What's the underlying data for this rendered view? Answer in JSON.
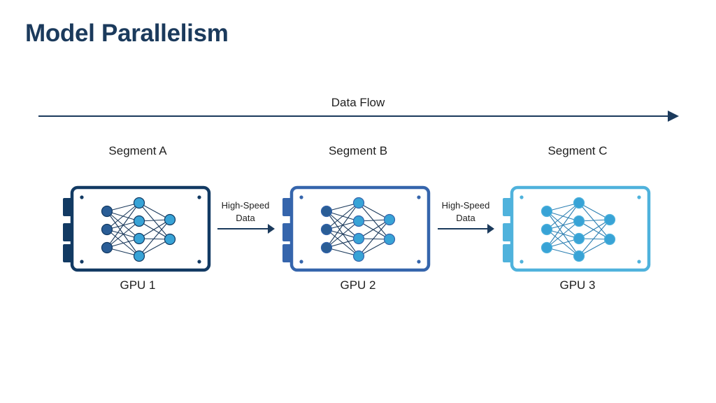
{
  "title": "Model Parallelism",
  "flow_label": "Data Flow",
  "segments": [
    {
      "segment_label": "Segment A",
      "gpu_label": "GPU 1",
      "color": "#123a63"
    },
    {
      "segment_label": "Segment B",
      "gpu_label": "GPU 2",
      "color": "#3565ac"
    },
    {
      "segment_label": "Segment C",
      "gpu_label": "GPU 3",
      "color": "#4fb2dc"
    }
  ],
  "links": [
    {
      "line1": "High-Speed",
      "line2": "Data"
    },
    {
      "line1": "High-Speed",
      "line2": "Data"
    }
  ],
  "colors": {
    "arrow": "#1b3a5c",
    "node_light": "#38a3d6",
    "title": "#1b3a5c"
  }
}
